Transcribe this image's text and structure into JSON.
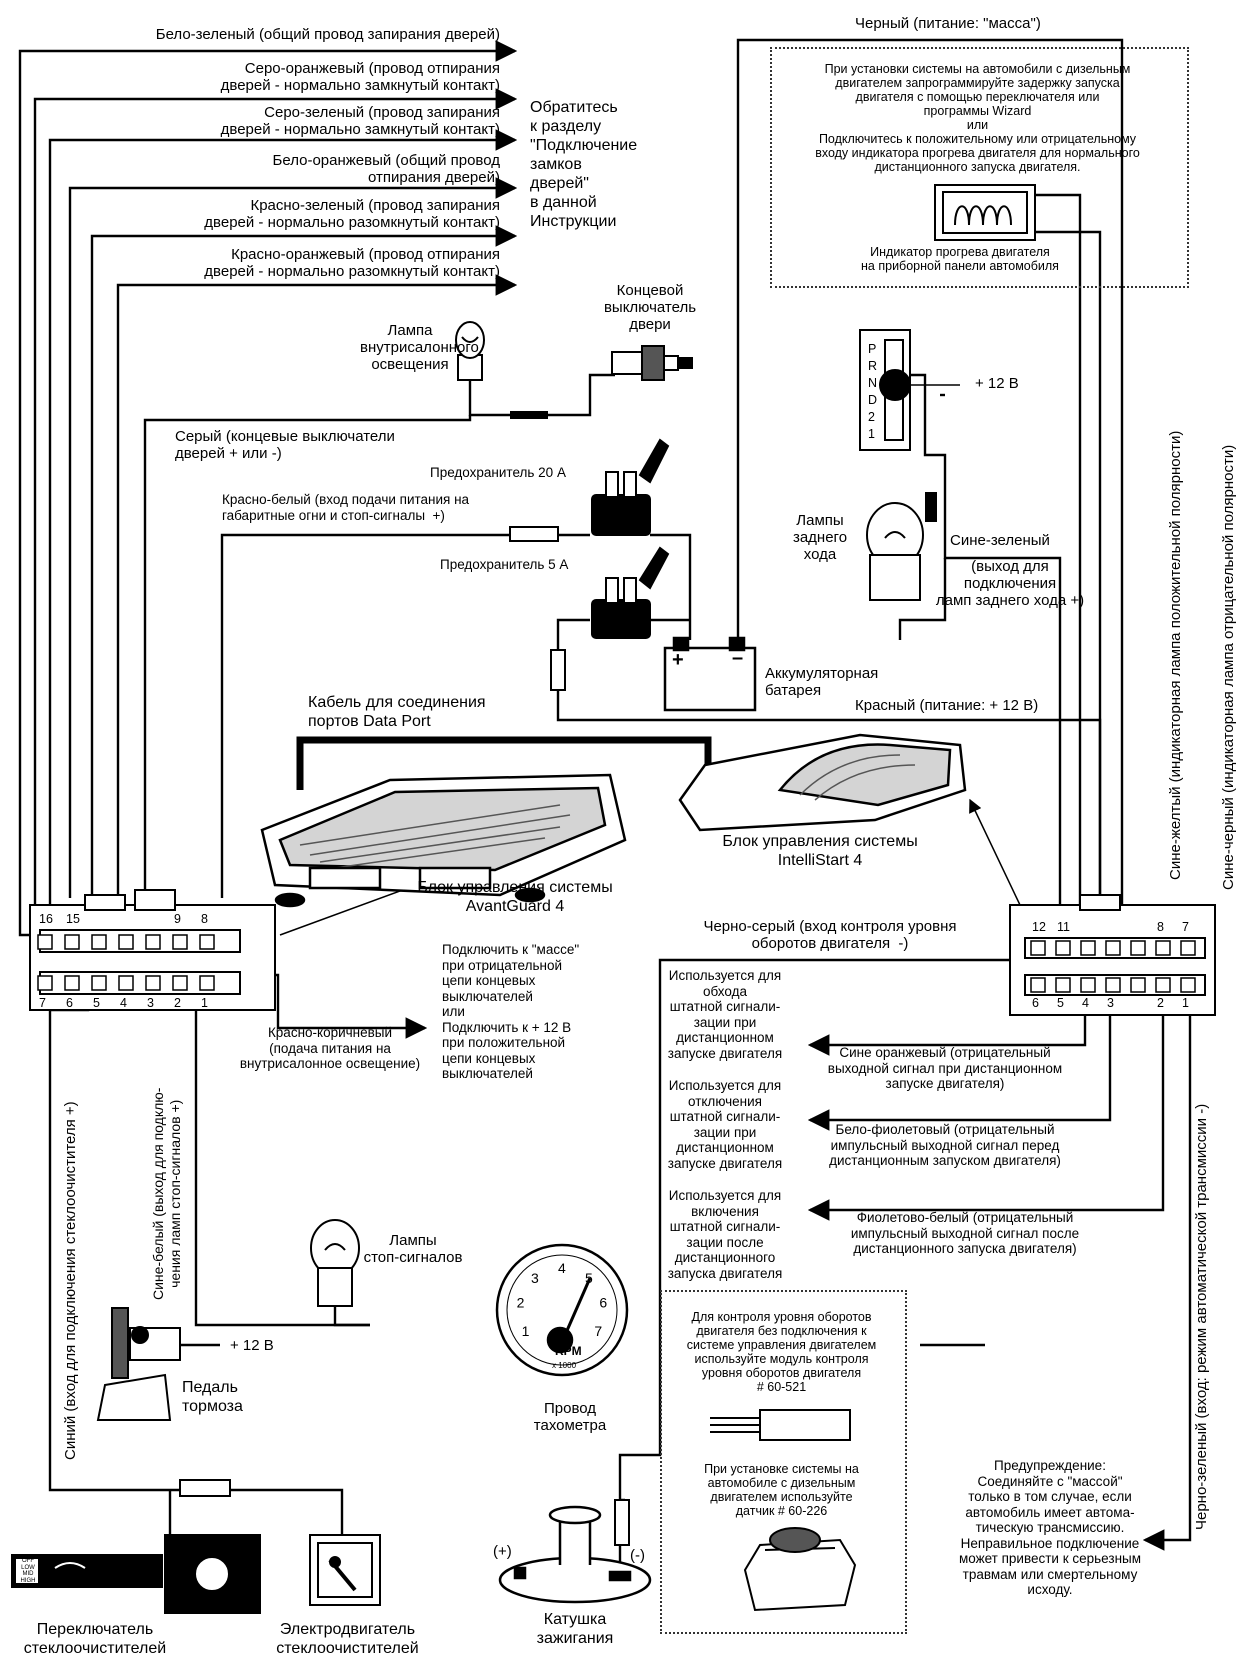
{
  "top_wires": [
    "Бело-зеленый (общий провод запирания дверей)",
    "Серо-оранжевый (провод отпирания\nдверей - нормально замкнутый контакт)",
    "Серо-зеленый (провод запирания\nдверей - нормально замкнутый контакт)",
    "Бело-оранжевый (общий провод\nотпирания дверей)",
    "Красно-зеленый (провод запирания\nдверей - нормально разомкнутый контакт)",
    "Красно-оранжевый (провод отпирания\nдверей - нормально разомкнутый контакт)"
  ],
  "door_lock_note": "Обратитесь\nк разделу\n\"Подключение\nзамков\nдверей\"\nв данной\nИнструкции",
  "black_ground": "Черный (питание: \"масса\")",
  "diesel_note": "При установки системы на автомобили с дизельным\nдвигателем запрограммируйте задержку запуска\nдвигателя с помощью переключателя или\nпрограммы Wizard\nили\nПодключитесь к положительному или отрицательному\nвходу индикатора прогрева двигателя для нормального\nдистанционного запуска двигателя.",
  "glow_indicator": "Индикатор прогрева двигателя\nна приборной панели автомобиля",
  "door_switch": "Концевой\nвыключатель\nдвери",
  "interior_lamp": "Лампа\nвнутрисалонного\nосвещения",
  "gray_wire": "Серый (концевые выключатели\nдверей + или -)",
  "fuse_20": "Предохранитель 20 А",
  "fuse_5": "Предохранитель 5 А",
  "red_white": "Красно-белый (вход подачи питания на\nгабаритные огни и стоп-сигналы  +)",
  "plus12_gear": "+ 12 В",
  "gear_letters": [
    "P",
    "R",
    "N",
    "D",
    "2",
    "1"
  ],
  "reverse_lamps": "Лампы\nзаднего\nхода",
  "blue_green": "Сине-зеленый",
  "blue_green_desc": "(выход для\nподключения\nламп заднего хода +)",
  "battery": "Аккумуляторная\nбатарея",
  "battery_plus": "+",
  "battery_minus": "–",
  "red_power": "Красный (питание: + 12 В)",
  "data_port": "Кабель для соединения\nпортов Data Port",
  "avantguard": "Блок управления системы\nAvantGuard 4",
  "intellistart": "Блок управления системы\nIntelliStart 4",
  "blue_yellow_vert": "Сине-желтый (индикаторная лампа положительной полярности)",
  "blue_black_vert": "Сине-черный (индикаторная лампа отрицательной полярности)",
  "black_gray": "Черно-серый (вход контроля уровня\nоборотов двигателя  -)",
  "left_connector_top": [
    "16",
    "15",
    "",
    "",
    "",
    "9",
    "8"
  ],
  "left_connector_bottom": [
    "7",
    "6",
    "5",
    "4",
    "3",
    "2",
    "1"
  ],
  "right_connector_top": [
    "12",
    "11",
    "",
    "",
    "",
    "8",
    "7"
  ],
  "right_connector_bottom": [
    "6",
    "5",
    "4",
    "3",
    "",
    "2",
    "1"
  ],
  "ground_note": "Подключить к \"массе\"\nпри отрицательной\nцепи концевых\nвыключателей\nили\nПодключить к + 12 В\nпри положительной\nцепи концевых\nвыключателей",
  "red_brown": "Красно-коричневый\n(подача питания на\nвнутрисалонное освещение)",
  "bypass1": "Используется для\nобхода\nштатной сигнали-\nзации при\nдистанционном\nзапуске двигателя",
  "bypass2": "Используется для\nотключения\nштатной сигнали-\nзации при\nдистанционном\nзапуске двигателя",
  "bypass3": "Используется для\nвключения\nштатной сигнали-\nзации после\nдистанционного\nзапуска двигателя",
  "blue_orange": "Сине оранжевый (отрицательный\nвыходной сигнал при дистанционном\nзапуске двигателя)",
  "white_violet": "Бело-фиолетовый (отрицательный\nимпульсный выходной сигнал перед\nдистанционным запуском двигателя)",
  "violet_white": "Фиолетово-белый (отрицательный\nимпульсный выходной сигнал после\nдистанционного запуска двигателя)",
  "blue_vert": "Синий (вход для подключения стеклоочистителя +)",
  "blue_white_vert": "Сине-белый (выход для подклю-\nчения ламп стоп-сигналов +)",
  "black_green_vert": "Черно-зеленый (вход: режим автоматической трансмиссии  -)",
  "brake_lamps": "Лампы\nстоп-сигналов",
  "brake_plus12": "+ 12 В",
  "brake_pedal": "Педаль\nтормоза",
  "rpm_note": "Для контроля уровня оборотов\nдвигателя без подключения к\nсистеме управления двигателем\nиспользуйте модуль контроля\nуровня оборотов двигателя\n# 60-521",
  "diesel_sensor": "При установке системы на\nавтомобиле с дизельным\nдвигателем используйте\nдатчик # 60-226",
  "tach_wire": "Провод\nтахометра",
  "tach_numbers": [
    "1",
    "2",
    "3",
    "4",
    "5",
    "6",
    "7"
  ],
  "tach_label": "RPM",
  "tach_sub": "x 1000",
  "coil": "Катушка\nзажигания",
  "coil_plus": "(+)",
  "coil_minus": "(-)",
  "warning": "Предупреждение:\nСоединяйте с \"массой\"\nтолько в том случае, если\nавтомобиль имеет автома-\nтическую трансмиссию.\nНеправильное подключение\nможет привести к серьезным\nтравмам или смертельному\nисходу.",
  "wiper_switch": "Переключатель\nстеклоочистителей",
  "wiper_motor": "Электродвигатель\nстеклоочистителей",
  "wiper_modes": [
    "OFF",
    "LOW",
    "MID",
    "HIGH"
  ]
}
